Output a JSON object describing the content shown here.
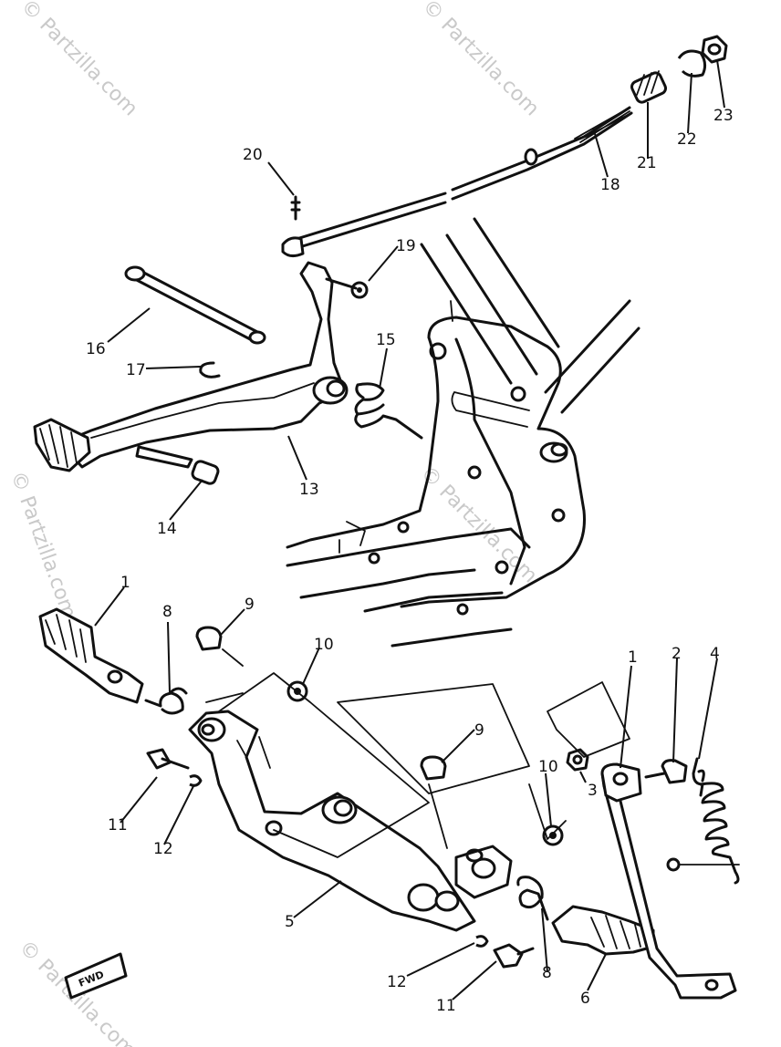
{
  "watermark": "© Partzilla.com",
  "fwd_label": "FWD",
  "callouts": [
    {
      "id": "c1a",
      "text": "1"
    },
    {
      "id": "c1b",
      "text": "1"
    },
    {
      "id": "c2",
      "text": "2"
    },
    {
      "id": "c3",
      "text": "3"
    },
    {
      "id": "c4",
      "text": "4"
    },
    {
      "id": "c5",
      "text": "5"
    },
    {
      "id": "c6",
      "text": "6"
    },
    {
      "id": "c8a",
      "text": "8"
    },
    {
      "id": "c8b",
      "text": "8"
    },
    {
      "id": "c9a",
      "text": "9"
    },
    {
      "id": "c9b",
      "text": "9"
    },
    {
      "id": "c10a",
      "text": "10"
    },
    {
      "id": "c10b",
      "text": "10"
    },
    {
      "id": "c11a",
      "text": "11"
    },
    {
      "id": "c11b",
      "text": "11"
    },
    {
      "id": "c12a",
      "text": "12"
    },
    {
      "id": "c12b",
      "text": "12"
    },
    {
      "id": "c13",
      "text": "13"
    },
    {
      "id": "c14",
      "text": "14"
    },
    {
      "id": "c15",
      "text": "15"
    },
    {
      "id": "c16",
      "text": "16"
    },
    {
      "id": "c17",
      "text": "17"
    },
    {
      "id": "c18",
      "text": "18"
    },
    {
      "id": "c19",
      "text": "19"
    },
    {
      "id": "c20",
      "text": "20"
    },
    {
      "id": "c21",
      "text": "21"
    },
    {
      "id": "c22",
      "text": "22"
    },
    {
      "id": "c23",
      "text": "23"
    }
  ]
}
